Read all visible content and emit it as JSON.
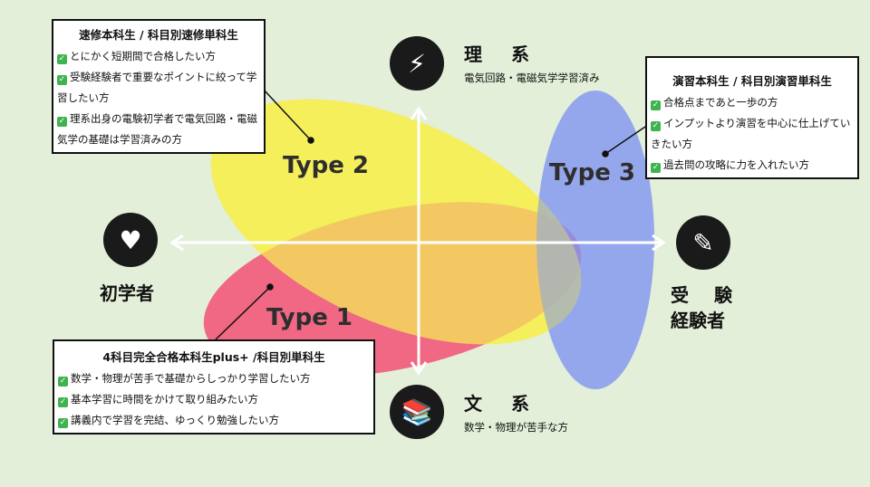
{
  "colors": {
    "type1": "#f0607e",
    "type2": "#f4ee5a",
    "type3": "#7f95f0",
    "overlap": "#f9c64d",
    "background": "#e3efd9"
  },
  "axes": {
    "top": {
      "title": "理　系",
      "subtitle": "電気回路・電磁気学学習済み",
      "icon": "lightning-icon"
    },
    "bottom": {
      "title": "文　系",
      "subtitle": "数学・物理が苦手な方",
      "icon": "books-icon"
    },
    "left": {
      "title": "初学者",
      "icon": "beginner-mark-icon"
    },
    "right": {
      "title_line1": "受　験",
      "title_line2": "経験者",
      "icon": "pen-icon"
    }
  },
  "types": {
    "type1": "Type 1",
    "type2": "Type 2",
    "type3": "Type 3"
  },
  "boxes": {
    "type2": {
      "title": "速修本科生 / 科目別速修単科生",
      "items": [
        "とにかく短期間で合格したい方",
        "受験経験者で重要なポイントに絞って学習したい方",
        "理系出身の電験初学者で電気回路・電磁気学の基礎は学習済みの方"
      ]
    },
    "type3": {
      "title": "演習本科生 / 科目別演習単科生",
      "items": [
        "合格点まであと一歩の方",
        "インプットより演習を中心に仕上げていきたい方",
        "過去問の攻略に力を入れたい方"
      ]
    },
    "type1": {
      "title": "4科目完全合格本科生plus+ /科目別単科生",
      "items": [
        "数学・物理が苦手で基礎からしっかり学習したい方",
        "基本学習に時間をかけて取り組みたい方",
        "講義内で学習を完結、ゆっくり勉強したい方"
      ]
    }
  }
}
